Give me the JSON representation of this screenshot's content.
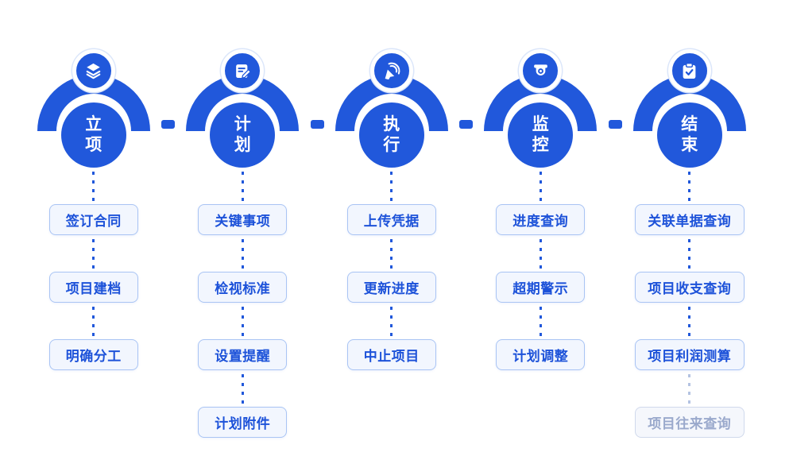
{
  "colors": {
    "primary_blue": "#2158DB",
    "task_box_background": "#F2F6FE",
    "task_box_border": "#A9C4F4",
    "task_box_text": "#1D52D9",
    "muted_text": "#9AA9CC",
    "muted_border": "#D0D9EC",
    "muted_background": "#F5F7FC",
    "badge_ring": "#DBE6FA",
    "page_background": "#FFFFFF"
  },
  "stages": [
    {
      "label": "立项",
      "icon": "layers-icon",
      "tasks": [
        {
          "label": "签订合同"
        },
        {
          "label": "项目建档"
        },
        {
          "label": "明确分工"
        }
      ]
    },
    {
      "label": "计划",
      "icon": "edit-note-icon",
      "tasks": [
        {
          "label": "关键事项"
        },
        {
          "label": "检视标准"
        },
        {
          "label": "设置提醒"
        },
        {
          "label": "计划附件"
        }
      ]
    },
    {
      "label": "执行",
      "icon": "cursor-click-icon",
      "tasks": [
        {
          "label": "上传凭据"
        },
        {
          "label": "更新进度"
        },
        {
          "label": "中止项目"
        }
      ]
    },
    {
      "label": "监控",
      "icon": "surveillance-camera-icon",
      "tasks": [
        {
          "label": "进度查询"
        },
        {
          "label": "超期警示"
        },
        {
          "label": "计划调整"
        }
      ]
    },
    {
      "label": "结束",
      "icon": "clipboard-check-icon",
      "tasks": [
        {
          "label": "关联单据查询"
        },
        {
          "label": "项目收支查询"
        },
        {
          "label": "项目利润测算"
        },
        {
          "label": "项目往来查询",
          "muted": true
        }
      ]
    }
  ]
}
